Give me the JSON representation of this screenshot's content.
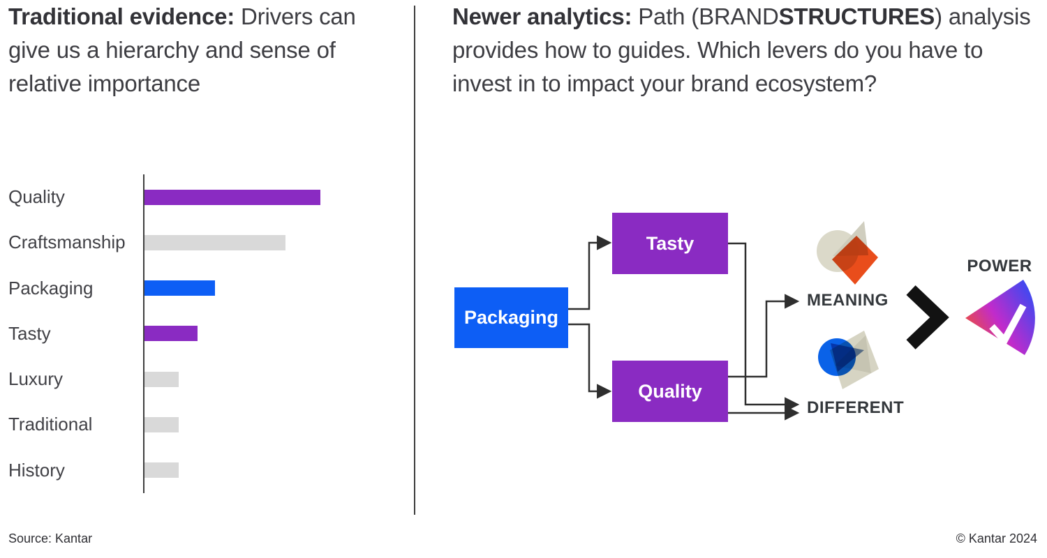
{
  "slide": {
    "left_panel": {
      "title_bold": "Traditional evidence:",
      "title_rest": " Drivers can give us a hierarchy and sense of relative importance"
    },
    "right_panel": {
      "title_bold": "Newer analytics:",
      "title_mid": " Path (BRAND",
      "title_bold2": "STRUCTURES",
      "title_rest": ") analysis provides how to guides. Which levers do you have to invest in to impact your brand ecosystem?",
      "diagram": {
        "driver_node": "Packaging",
        "mediator_nodes": [
          "Tasty",
          "Quality"
        ],
        "outcome_meaning": "MEANING",
        "outcome_different": "DIFFERENT",
        "result_label": "POWER",
        "icons": [
          "meaning-shapes-icon",
          "different-shapes-icon",
          "greater-than-chevron-icon",
          "power-fan-check-icon"
        ],
        "colors": {
          "driver_blue": "#0D5EF5",
          "mediator_purple": "#8A2BC2",
          "arrow": "#2E2E2E",
          "chevron": "#121212",
          "fan_gradient": [
            "#F1522C",
            "#C12BCB",
            "#3C49F1"
          ]
        }
      }
    },
    "footer": {
      "source": "Source: Kantar",
      "copyright": "© Kantar 2024"
    }
  },
  "chart_data": {
    "type": "bar",
    "orientation": "horizontal",
    "title": "",
    "categories": [
      "Quality",
      "Craftsmanship",
      "Packaging",
      "Tasty",
      "Luxury",
      "Traditional",
      "History"
    ],
    "values": [
      100,
      80,
      40,
      30,
      19.5,
      19.5,
      19.5
    ],
    "value_note": "relative importance index (Quality = 100); no numeric axis labels shown",
    "bar_colors": [
      "#8A2BC2",
      "#D9D9D9",
      "#0D5EF5",
      "#8A2BC2",
      "#D9D9D9",
      "#D9D9D9",
      "#D9D9D9"
    ],
    "xlabel": "",
    "ylabel": "",
    "xlim": [
      0,
      108
    ],
    "grid": false,
    "legend": null
  }
}
